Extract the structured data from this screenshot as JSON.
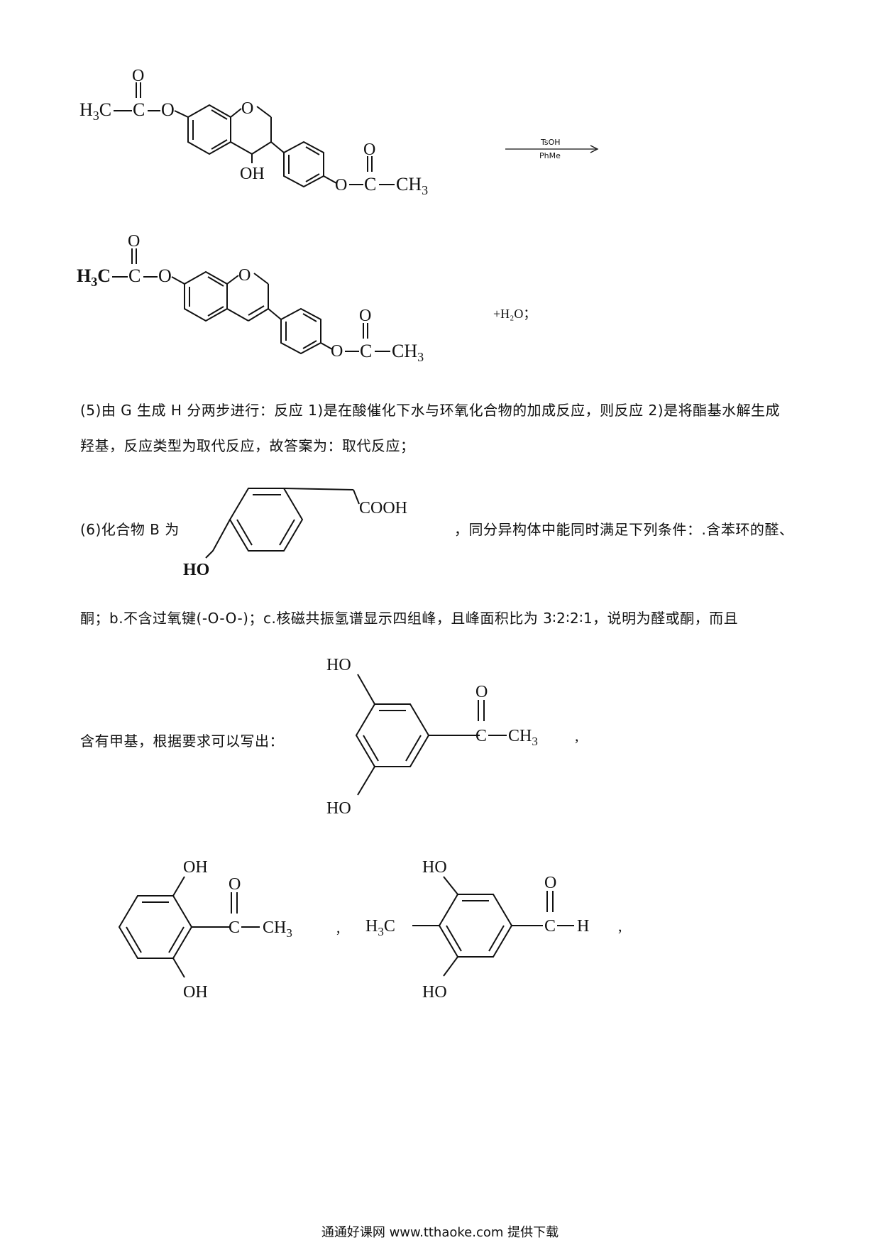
{
  "reaction": {
    "reagent_top": "TsOH",
    "reagent_bottom": "PhMe",
    "byproduct": "+H₂O；"
  },
  "paragraphs": {
    "p5_line1": "(5)由 G 生成 H 分两步进行：反应 1)是在酸催化下水与环氧化合物的加成反应，则反应 2)是将酯基水解生成",
    "p5_line2": "羟基，反应类型为取代反应，故答案为：取代反应；",
    "p6_prefix": "(6)化合物 B 为",
    "p6_suffix": "，同分异构体中能同时满足下列条件：.含苯环的醛、",
    "p6_line2": "酮；b.不含过氧键(-O-O-)；c.核磁共振氢谱显示四组峰，且峰面积比为 3∶2∶2∶1，说明为醛或酮，而且",
    "p6_line3": "含有甲基，根据要求可以写出："
  },
  "labels": {
    "h3c": "H",
    "h3c_sub": "3",
    "c": "C",
    "o": "O",
    "oh": "OH",
    "ho": "HO",
    "ch3": "CH",
    "ch3_sub": "3",
    "cooh": "COOH",
    "h": "H",
    "comma": "，",
    "comma_short": ","
  },
  "footer": "通通好课网  www.tthaoke.com  提供下载"
}
